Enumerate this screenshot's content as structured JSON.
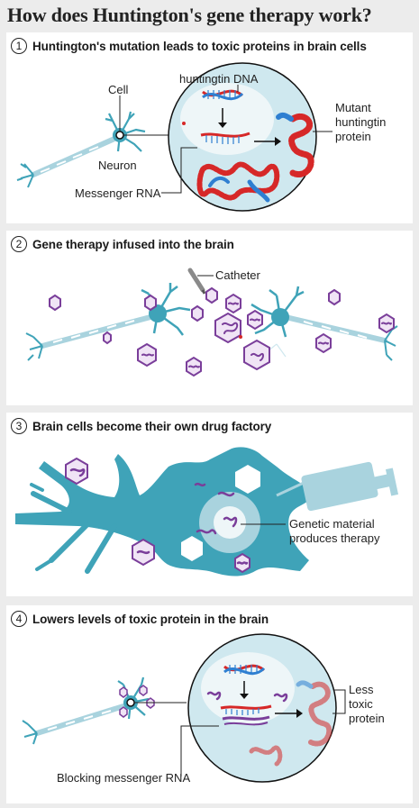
{
  "title": "How does Huntington's gene therapy work?",
  "steps": [
    {
      "number": "1",
      "heading": "Huntington's mutation leads to toxic proteins in brain cells"
    },
    {
      "number": "2",
      "heading": "Gene therapy infused into the brain"
    },
    {
      "number": "3",
      "heading": "Brain cells become their own drug factory"
    },
    {
      "number": "4",
      "heading": "Lowers levels of toxic protein in the brain"
    }
  ],
  "labels": {
    "cell": "Cell",
    "neuron": "Neuron",
    "huntingtin_dna": "huntingtin DNA",
    "mutant_protein": [
      "Mutant",
      "huntingtin",
      "protein"
    ],
    "messenger_rna": "Messenger RNA",
    "catheter": "Catheter",
    "genetic_material": [
      "Genetic material",
      "produces therapy"
    ],
    "less_toxic": [
      "Less",
      "toxic",
      "protein"
    ],
    "blocking_rna": "Blocking messenger RNA"
  },
  "colors": {
    "cell_blue": "#3fa3b8",
    "circle_fill": "#cfe8ef",
    "nucleus": "#eef6f8",
    "mutant_red": "#d62828",
    "dna_blue": "#2f7fd1",
    "virus_purple": "#7a3e9a",
    "virus_fill": "#f0e4f5"
  }
}
